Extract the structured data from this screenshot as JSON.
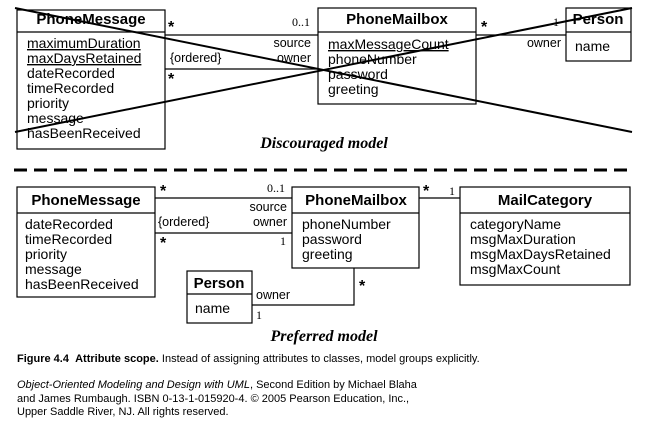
{
  "discouraged": {
    "title": "Discouraged model",
    "phone_message": {
      "name": "PhoneMessage",
      "attrs": [
        "maximumDuration",
        "maxDaysRetained",
        "dateRecorded",
        "timeRecorded",
        "priority",
        "message",
        "hasBeenReceived"
      ]
    },
    "phone_mailbox": {
      "name": "PhoneMailbox",
      "attrs": [
        "maxMessageCount",
        "phoneNumber",
        "password",
        "greeting"
      ]
    },
    "person": {
      "name": "Person",
      "attrs": [
        "name"
      ]
    },
    "assoc_message_mailbox": {
      "star_top": "*",
      "star_bottom": "*",
      "ordered": "{ordered}",
      "mult_mailbox": "0..1",
      "role_source": "source",
      "role_owner": "owner"
    },
    "assoc_mailbox_person": {
      "star": "*",
      "mult": "1",
      "role_owner": "owner"
    }
  },
  "preferred": {
    "title": "Preferred model",
    "phone_message": {
      "name": "PhoneMessage",
      "attrs": [
        "dateRecorded",
        "timeRecorded",
        "priority",
        "message",
        "hasBeenReceived"
      ]
    },
    "phone_mailbox": {
      "name": "PhoneMailbox",
      "attrs": [
        "phoneNumber",
        "password",
        "greeting"
      ]
    },
    "mail_category": {
      "name": "MailCategory",
      "attrs": [
        "categoryName",
        "msgMaxDuration",
        "msgMaxDaysRetained",
        "msgMaxCount"
      ]
    },
    "person": {
      "name": "Person",
      "attrs": [
        "name"
      ]
    },
    "assoc_message_mailbox": {
      "star_top": "*",
      "star_bottom": "*",
      "ordered": "{ordered}",
      "mult_top": "0..1",
      "mult_bottom": "1",
      "role_source": "source",
      "role_owner": "owner"
    },
    "assoc_mailbox_category": {
      "star": "*",
      "mult": "1"
    },
    "assoc_person_mailbox": {
      "star": "*",
      "mult": "1",
      "role_owner": "owner"
    }
  },
  "caption": {
    "figure": "Figure 4.4",
    "heading": "Attribute scope.",
    "text": "Instead of assigning attributes to classes, model groups explicitly."
  },
  "credit": {
    "title": "Object-Oriented Modeling and Design with UML",
    "line1_rest": ", Second Edition by Michael Blaha",
    "line2": "and James Rumbaugh. ISBN 0-13-1-015920-4. © 2005 Pearson Education, Inc.,",
    "line3": "Upper Saddle River, NJ. All rights reserved."
  }
}
